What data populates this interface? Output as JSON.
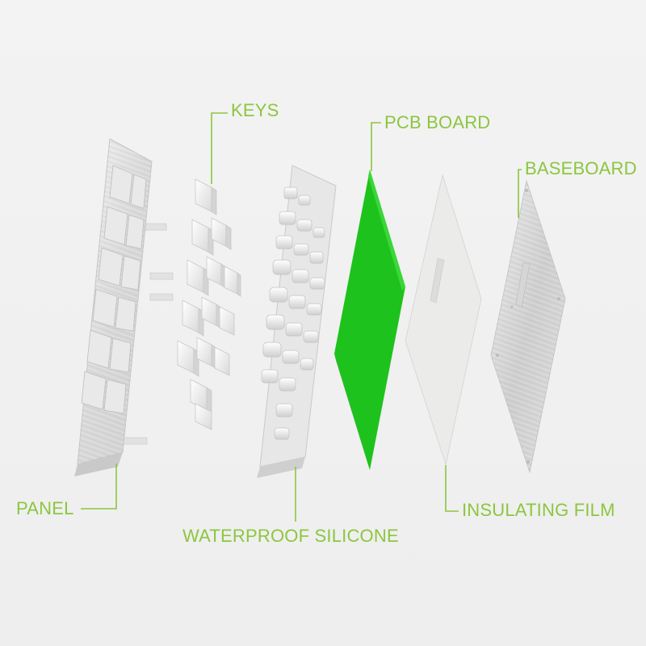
{
  "colors": {
    "label": "#8cc63f",
    "leader": "#8cc63f",
    "pcb": "#1ec21c",
    "pcb_edge": "#159a14",
    "metal": "#dcdcdc",
    "film": "#ebebe9"
  },
  "labels": {
    "keys": "KEYS",
    "pcb_board": "PCB BOARD",
    "baseboard": "BASEBOARD",
    "panel": "PANEL",
    "waterproof_silicone": "WATERPROOF SILICONE",
    "insulating_film": "INSULATING FILM"
  }
}
